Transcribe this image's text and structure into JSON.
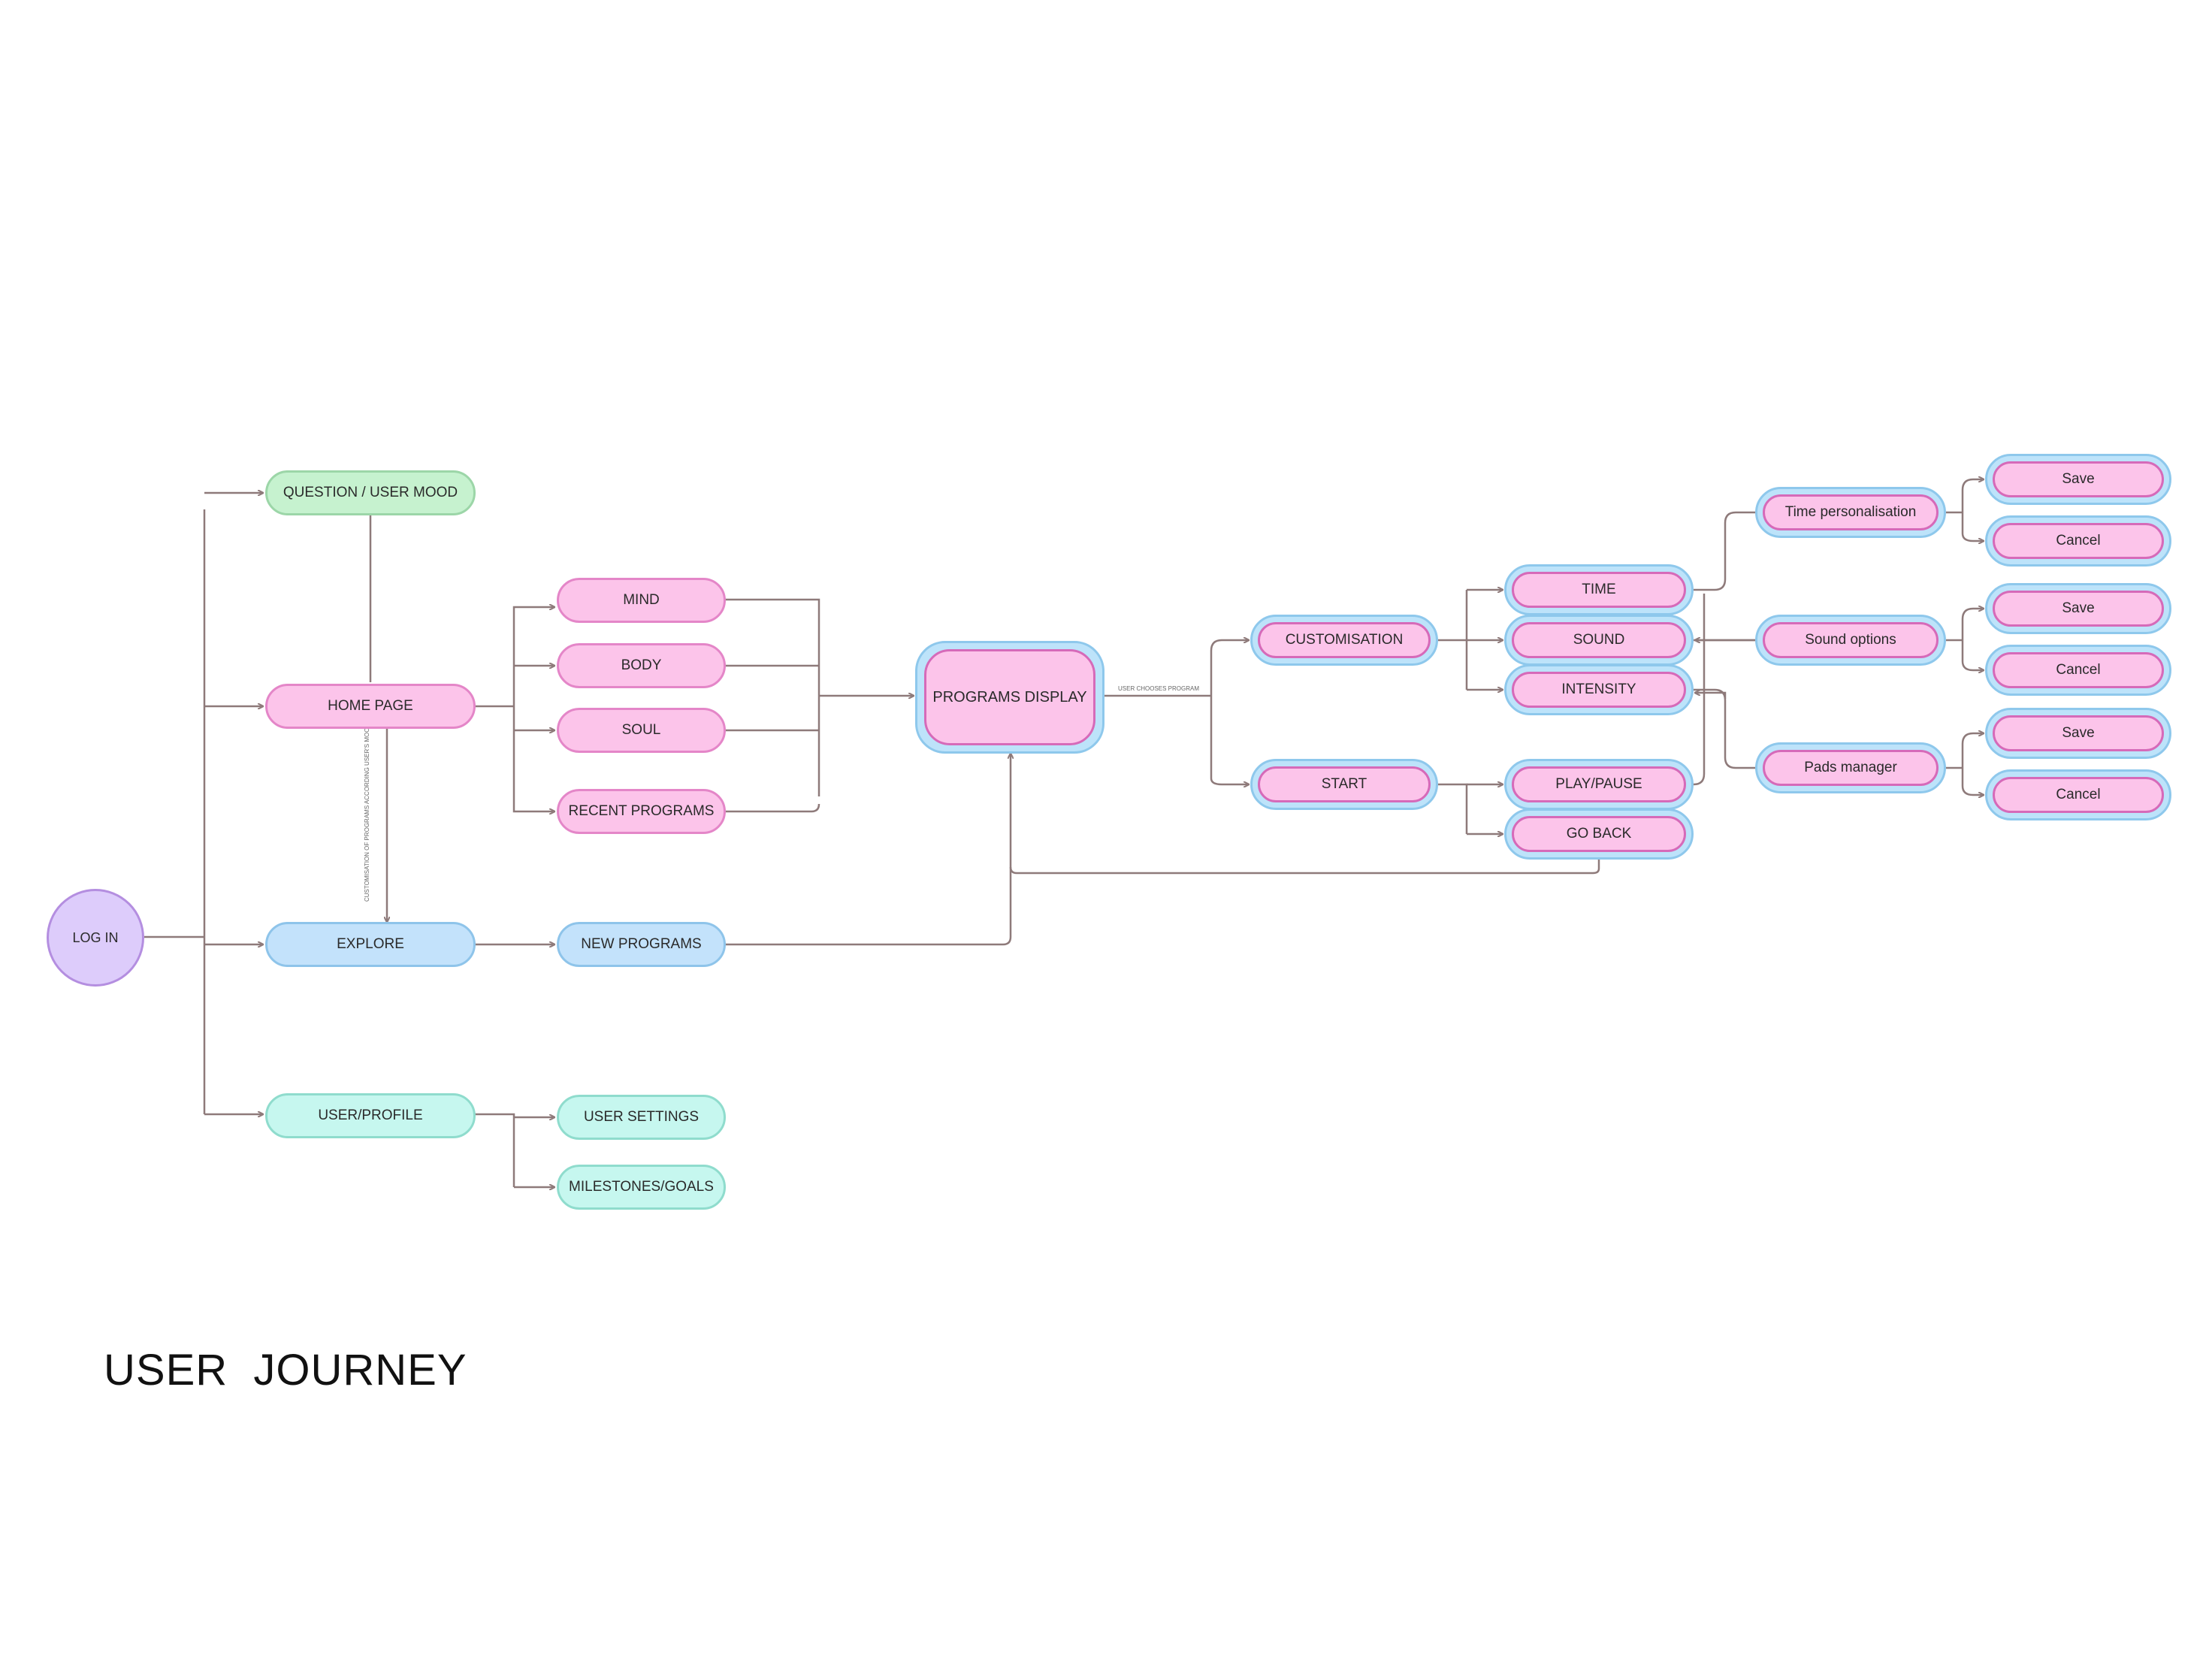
{
  "title": "USER  JOURNEY",
  "nodes": {
    "login": "LOG IN",
    "question_mood": "QUESTION / USER MOOD",
    "home_page": "HOME PAGE",
    "explore": "EXPLORE",
    "user_profile": "USER/PROFILE",
    "mind": "MIND",
    "body": "BODY",
    "soul": "SOUL",
    "recent_programs": "RECENT PROGRAMS",
    "new_programs": "NEW PROGRAMS",
    "user_settings": "USER SETTINGS",
    "milestones_goals": "MILESTONES/GOALS",
    "programs_display": "PROGRAMS DISPLAY",
    "customisation": "CUSTOMISATION",
    "start": "START",
    "time": "TIME",
    "sound": "SOUND",
    "intensity": "INTENSITY",
    "play_pause": "PLAY/PAUSE",
    "go_back": "GO BACK",
    "time_personalisation": "Time personalisation",
    "sound_options": "Sound options",
    "pads_manager": "Pads manager",
    "time_save": "Save",
    "time_cancel": "Cancel",
    "sound_save": "Save",
    "sound_cancel": "Cancel",
    "pads_save": "Save",
    "pads_cancel": "Cancel"
  },
  "edge_labels": {
    "user_chooses_program": "USER CHOOSES PROGRAM",
    "customisation_mood": "CUSTOMISATION OF PROGRAMS ACCORDING USER'S MOOD"
  },
  "colors": {
    "green": "#c6f2cf",
    "pink": "#fcc4ea",
    "blue": "#c3e2fb",
    "cyan": "#c6f7ef",
    "purple": "#ddccfb",
    "connector": "#8e7a7a"
  }
}
